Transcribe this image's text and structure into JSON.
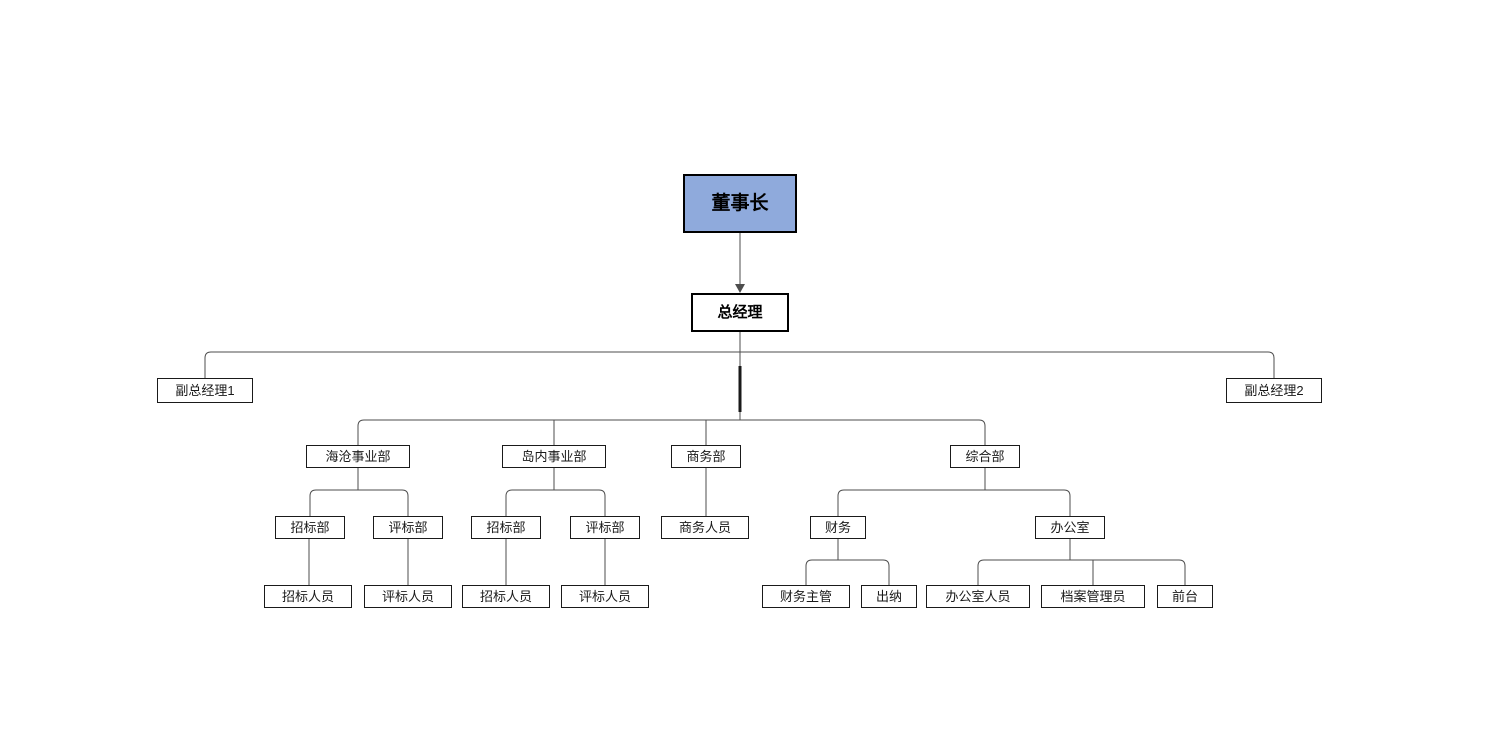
{
  "diagram": {
    "type": "org-chart",
    "nodes": {
      "chairman": "董事长",
      "general_manager": "总经理",
      "deputy_gm_1": "副总经理1",
      "deputy_gm_2": "副总经理2",
      "haicang_division": "海沧事业部",
      "daonei_division": "岛内事业部",
      "commerce_dept": "商务部",
      "general_affairs_dept": "综合部",
      "haicang_bidding_dept": "招标部",
      "haicang_evaluation_dept": "评标部",
      "daonei_bidding_dept": "招标部",
      "daonei_evaluation_dept": "评标部",
      "commerce_staff": "商务人员",
      "finance": "财务",
      "office": "办公室",
      "haicang_bidding_staff": "招标人员",
      "haicang_evaluation_staff": "评标人员",
      "daonei_bidding_staff": "招标人员",
      "daonei_evaluation_staff": "评标人员",
      "finance_supervisor": "财务主管",
      "cashier": "出纳",
      "office_staff": "办公室人员",
      "archive_manager": "档案管理员",
      "front_desk": "前台"
    },
    "hierarchy": [
      {
        "parent": "董事长",
        "children": [
          "总经理"
        ]
      },
      {
        "parent": "总经理",
        "children": [
          "副总经理1",
          "副总经理2",
          "海沧事业部",
          "岛内事业部",
          "商务部",
          "综合部"
        ]
      },
      {
        "parent": "海沧事业部",
        "children": [
          "招标部",
          "评标部"
        ]
      },
      {
        "parent": "岛内事业部",
        "children": [
          "招标部",
          "评标部"
        ]
      },
      {
        "parent": "商务部",
        "children": [
          "商务人员"
        ]
      },
      {
        "parent": "综合部",
        "children": [
          "财务",
          "办公室"
        ]
      },
      {
        "parent": "海沧事业部/招标部",
        "children": [
          "招标人员"
        ]
      },
      {
        "parent": "海沧事业部/评标部",
        "children": [
          "评标人员"
        ]
      },
      {
        "parent": "岛内事业部/招标部",
        "children": [
          "招标人员"
        ]
      },
      {
        "parent": "岛内事业部/评标部",
        "children": [
          "评标人员"
        ]
      },
      {
        "parent": "财务",
        "children": [
          "财务主管",
          "出纳"
        ]
      },
      {
        "parent": "办公室",
        "children": [
          "办公室人员",
          "档案管理员",
          "前台"
        ]
      }
    ],
    "colors": {
      "chairman_fill": "#8FAADC",
      "node_border": "#000000",
      "connector": "#4d4d4d",
      "background": "#ffffff"
    }
  }
}
